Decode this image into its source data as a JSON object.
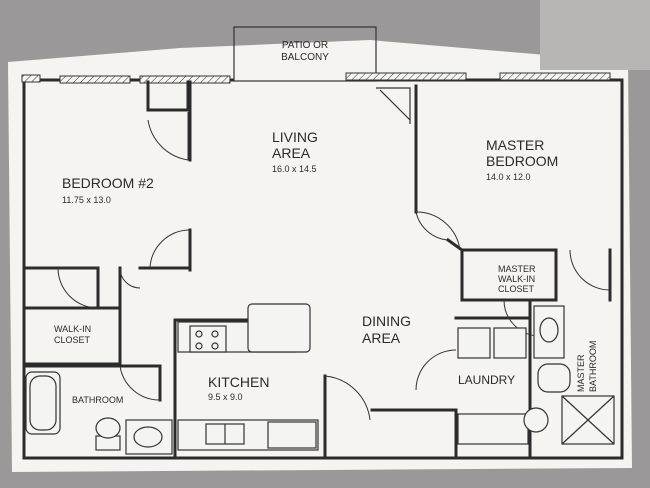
{
  "rooms": {
    "patio": {
      "line1": "PATIO OR",
      "line2": "BALCONY"
    },
    "bedroom2": {
      "name": "BEDROOM #2",
      "dims": "11.75 x 13.0"
    },
    "living": {
      "line1": "LIVING",
      "line2": "AREA",
      "dims": "16.0 x 14.5"
    },
    "master_bedroom": {
      "line1": "MASTER",
      "line2": "BEDROOM",
      "dims": "14.0 x 12.0"
    },
    "master_closet": {
      "line1": "MASTER",
      "line2": "WALK-IN",
      "line3": "CLOSET"
    },
    "walkin_closet": {
      "line1": "WALK-IN",
      "line2": "CLOSET"
    },
    "dining": {
      "line1": "DINING",
      "line2": "AREA"
    },
    "kitchen": {
      "name": "KITCHEN",
      "dims": "9.5 x 9.0"
    },
    "laundry": {
      "name": "LAUNDRY"
    },
    "bathroom": {
      "name": "BATHROOM"
    },
    "master_bathroom": {
      "line1": "MASTER",
      "line2": "BATHROOM"
    }
  },
  "colors": {
    "paper": "#f5f4f1",
    "background": "#9a9897",
    "ink": "#2b2b2b"
  }
}
